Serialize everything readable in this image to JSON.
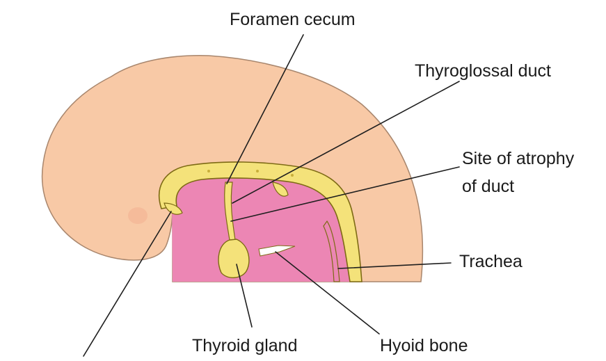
{
  "labels": {
    "foramen_cecum": "Foramen cecum",
    "thyroglossal_duct": "Thyroglossal duct",
    "site_atrophy_line1": "Site of atrophy",
    "site_atrophy_line2": "of duct",
    "trachea": "Trachea",
    "thyroid_gland": "Thyroid gland",
    "hyoid_bone": "Hyoid bone"
  },
  "colors": {
    "head_skin": "#f8c9a6",
    "head_outline": "#a8866d",
    "pharynx_pink": "#ec86b4",
    "endoderm_yellow": "#f4e27a",
    "endoderm_outline": "#7d6a14",
    "hyoid_white": "#ffffff",
    "leader_line": "#1f1f1f"
  }
}
